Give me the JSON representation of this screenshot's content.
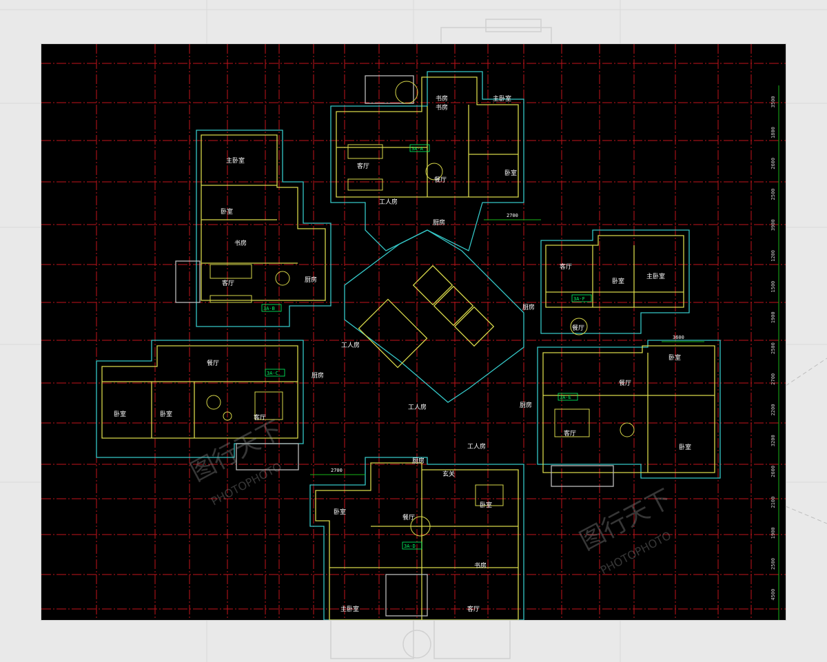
{
  "colors": {
    "page_background": "#e9e9e9",
    "canvas_background": "#000000",
    "axis_grid": "#c4141b",
    "walls": "#d8d84a",
    "outline": "#35c8c8",
    "text": "#ffffff",
    "unit_tag": "#00ff66",
    "dimension_line": "#18b618"
  },
  "watermark": {
    "top_label": "图行天下",
    "bottom_label": "PHOTOPHOTO"
  },
  "room_labels": [
    {
      "id": "n-master-bed",
      "text": "主卧室"
    },
    {
      "id": "n-study",
      "text": "书房"
    },
    {
      "id": "n-living",
      "text": "客厅"
    },
    {
      "id": "n-dining",
      "text": "餐厅"
    },
    {
      "id": "n-bedroom",
      "text": "卧室"
    },
    {
      "id": "n-worker",
      "text": "工人房"
    },
    {
      "id": "n-kitchen",
      "text": "厨房"
    },
    {
      "id": "n-study-2",
      "text": "书房"
    },
    {
      "id": "w-master-bed",
      "text": "主卧室"
    },
    {
      "id": "w-bedroom",
      "text": "卧室"
    },
    {
      "id": "w-study",
      "text": "书房"
    },
    {
      "id": "w-living",
      "text": "客厅"
    },
    {
      "id": "w-kitchen",
      "text": "厨房"
    },
    {
      "id": "sw-dining",
      "text": "餐厅"
    },
    {
      "id": "sw-bedroom-1",
      "text": "卧室"
    },
    {
      "id": "sw-bedroom-2",
      "text": "卧室"
    },
    {
      "id": "sw-living",
      "text": "客厅"
    },
    {
      "id": "sw-kitchen",
      "text": "厨房"
    },
    {
      "id": "c-worker",
      "text": "工人房"
    },
    {
      "id": "e-living",
      "text": "客厅"
    },
    {
      "id": "e-bedroom",
      "text": "卧室"
    },
    {
      "id": "e-master-bed",
      "text": "主卧室"
    },
    {
      "id": "e-dining",
      "text": "餐厅"
    },
    {
      "id": "e-kitchen",
      "text": "厨房"
    },
    {
      "id": "se-dining",
      "text": "餐厅"
    },
    {
      "id": "se-bedroom-1",
      "text": "卧室"
    },
    {
      "id": "se-living",
      "text": "客厅"
    },
    {
      "id": "se-bedroom-2",
      "text": "卧室"
    },
    {
      "id": "se-kitchen",
      "text": "厨房"
    },
    {
      "id": "s-worker-1",
      "text": "工人房"
    },
    {
      "id": "s-worker-2",
      "text": "工人房"
    },
    {
      "id": "s-kitchen",
      "text": "厨房"
    },
    {
      "id": "s-foyer",
      "text": "玄关"
    },
    {
      "id": "s-bedroom-1",
      "text": "卧室"
    },
    {
      "id": "s-bedroom-2",
      "text": "卧室"
    },
    {
      "id": "s-dining",
      "text": "餐厅"
    },
    {
      "id": "s-study",
      "text": "书房"
    },
    {
      "id": "s-master-bed",
      "text": "主卧室"
    },
    {
      "id": "s-living",
      "text": "客厅"
    }
  ],
  "unit_tags": {
    "north": "3A-A",
    "west": "3A-B",
    "southwest": "3A-C",
    "east": "3A-F",
    "southeast": "3A-E",
    "south": "3A-D"
  },
  "dimensions": {
    "top_right": "2700",
    "east_top": "3600",
    "south_left": "2700",
    "east_chain": [
      "3500",
      "1800",
      "2600",
      "2500",
      "3900",
      "1200",
      "1500",
      "1900",
      "2500",
      "2700",
      "2200",
      "3200",
      "2600",
      "2100",
      "1900",
      "2500",
      "4500"
    ]
  }
}
